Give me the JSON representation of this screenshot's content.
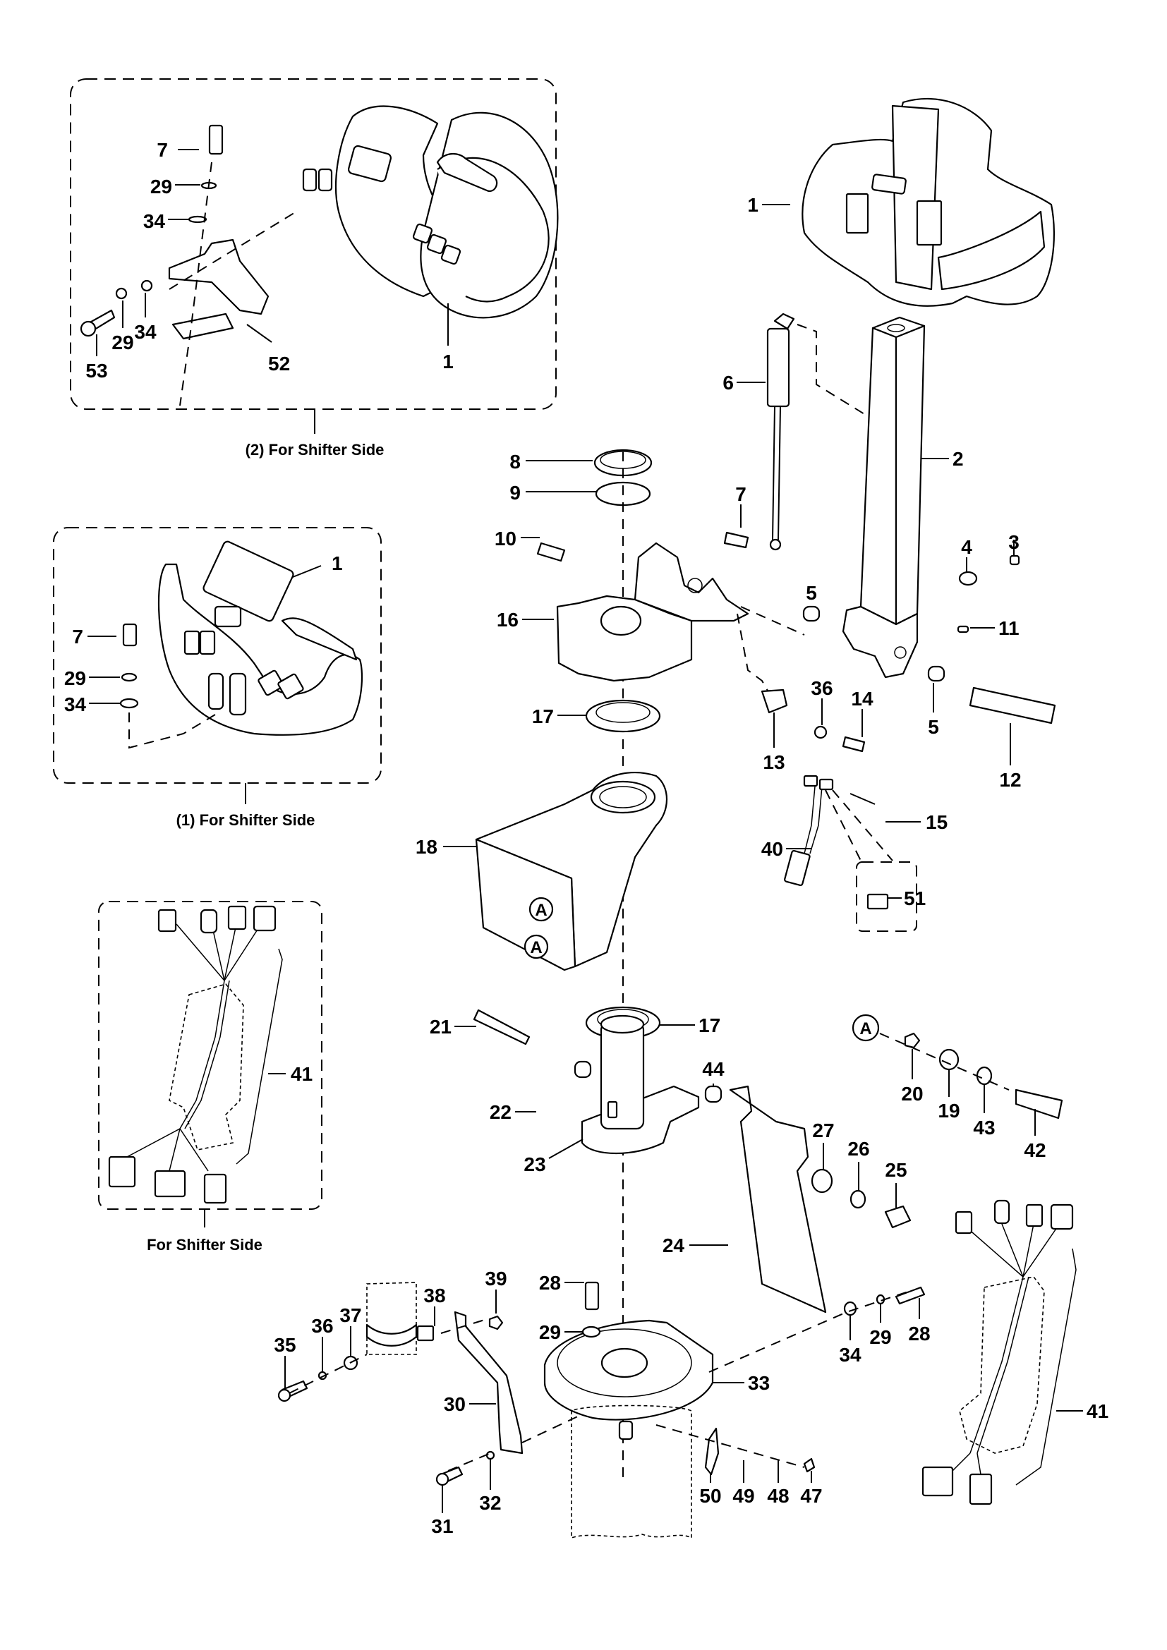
{
  "diagram": {
    "type": "exploded parts diagram",
    "subject": "tiller handle / steering column assembly",
    "insets": [
      {
        "id": "inset-2",
        "caption": "(2) For Shifter Side"
      },
      {
        "id": "inset-1",
        "caption": "(1) For Shifter Side"
      },
      {
        "id": "inset-harness",
        "caption": "For Shifter Side"
      }
    ],
    "reference_mark": "A",
    "callouts": {
      "inset2": [
        "7",
        "29",
        "34",
        "53",
        "29",
        "34",
        "52",
        "1"
      ],
      "inset1": [
        "1",
        "7",
        "29",
        "34"
      ],
      "harness_left": [
        "41"
      ],
      "main_top": [
        "1",
        "6",
        "2",
        "8",
        "9",
        "7",
        "10",
        "4",
        "3",
        "5",
        "16",
        "11",
        "17",
        "36",
        "14",
        "5",
        "12",
        "13"
      ],
      "main_mid": [
        "18",
        "15",
        "40",
        "51",
        "21",
        "17",
        "20",
        "19",
        "43",
        "42",
        "22",
        "44",
        "23",
        "27",
        "26",
        "25",
        "24"
      ],
      "main_bottom": [
        "28",
        "29",
        "39",
        "38",
        "37",
        "36",
        "35",
        "30",
        "33",
        "34",
        "29",
        "28",
        "32",
        "31",
        "50",
        "49",
        "48",
        "47",
        "41"
      ]
    }
  }
}
